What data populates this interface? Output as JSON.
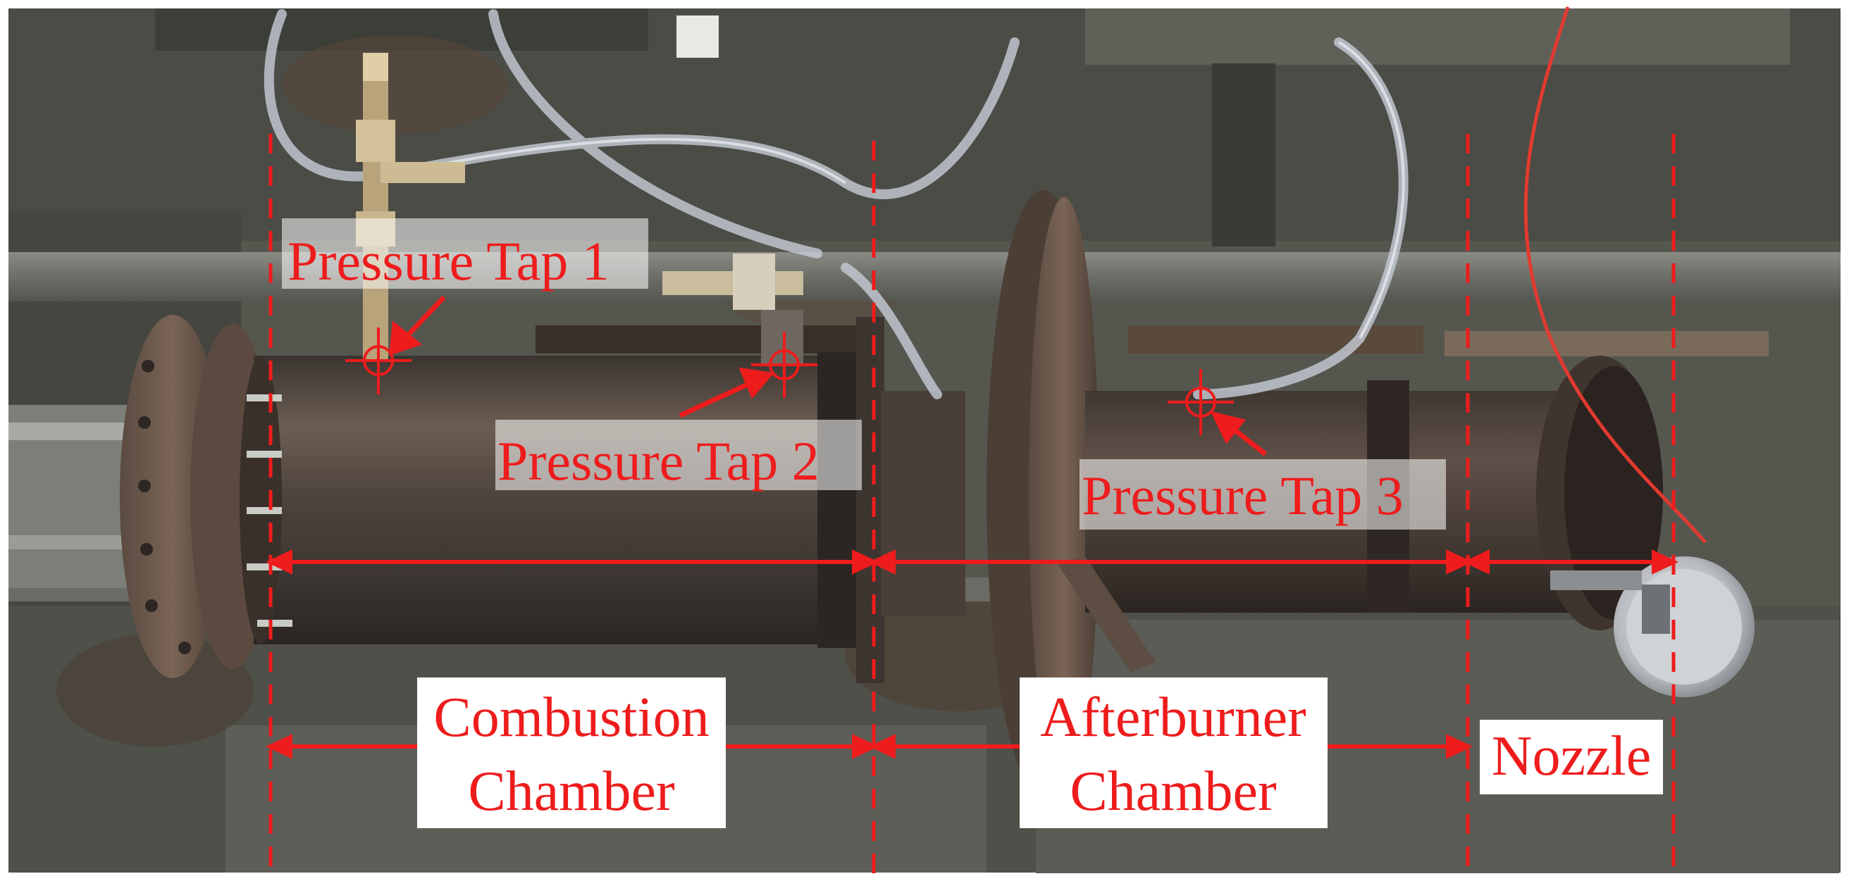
{
  "annotations": {
    "pressure_tap_1": "Pressure Tap 1",
    "pressure_tap_2": "Pressure Tap 2",
    "pressure_tap_3": "Pressure Tap 3",
    "combustion_line1": "Combustion",
    "combustion_line2": "Chamber",
    "afterburner_line1": "Afterburner",
    "afterburner_line2": "Chamber",
    "nozzle": "Nozzle"
  },
  "colors": {
    "annotation": "#ee1c1c",
    "label_box_translucent": "rgba(255,255,255,0.55)",
    "label_box_solid": "#ffffff",
    "background_metal": "#4f5048"
  }
}
